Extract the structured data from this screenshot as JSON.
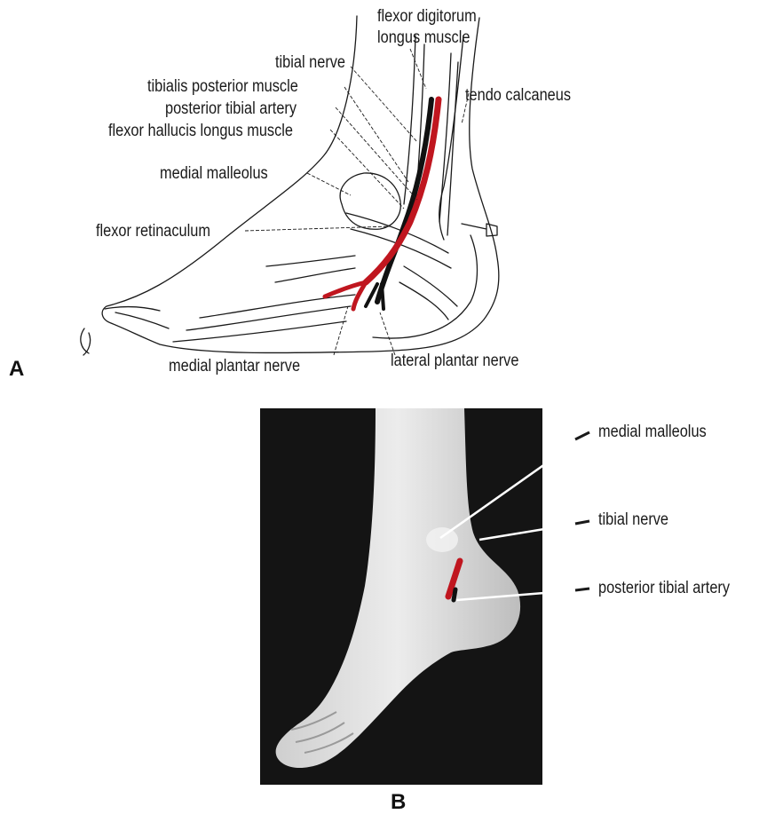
{
  "panel_a": {
    "letter": "A",
    "labels": {
      "fdl_1": "flexor digitorum",
      "fdl_2": "longus muscle",
      "tibial_nerve": "tibial nerve",
      "tendo_calcaneus": "tendo calcaneus",
      "tibialis_posterior": "tibialis posterior muscle",
      "posterior_tibial_artery": "posterior tibial artery",
      "fhl": "flexor hallucis longus muscle",
      "medial_malleolus": "medial malleolus",
      "flexor_retinaculum": "flexor retinaculum",
      "medial_plantar_nerve": "medial plantar nerve",
      "lateral_plantar_nerve": "lateral plantar nerve"
    }
  },
  "panel_b": {
    "letter": "B",
    "labels": {
      "medial_malleolus": "medial malleolus",
      "tibial_nerve": "tibial nerve",
      "posterior_tibial_artery": "posterior tibial artery"
    }
  },
  "colors": {
    "artery": "#c0161f",
    "nerve": "#111111",
    "line": "#1a1a1a",
    "photo_bg": "#141414"
  }
}
